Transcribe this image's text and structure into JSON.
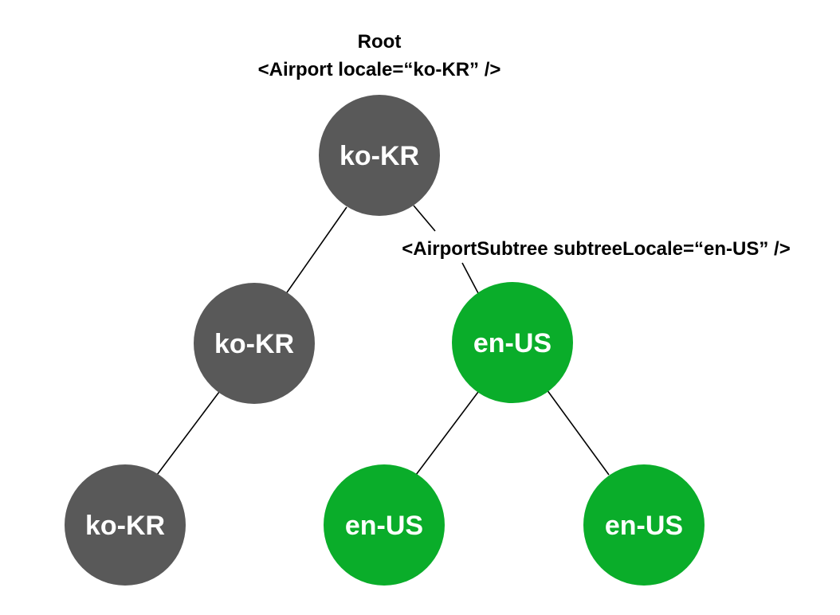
{
  "root": {
    "title": "Root",
    "code": "<Airport locale=“ko-KR” />"
  },
  "subtree_label": "<AirportSubtree subtreeLocale=“en-US” />",
  "colors": {
    "gray": "#595959",
    "green": "#0aad2a"
  },
  "nodes": [
    {
      "id": "root",
      "label": "ko-KR",
      "group": "gray"
    },
    {
      "id": "left-child",
      "label": "ko-KR",
      "group": "gray"
    },
    {
      "id": "right-child",
      "label": "en-US",
      "group": "green"
    },
    {
      "id": "left-grandchild",
      "label": "ko-KR",
      "group": "gray"
    },
    {
      "id": "right-grandchild-left",
      "label": "en-US",
      "group": "green"
    },
    {
      "id": "right-grandchild-right",
      "label": "en-US",
      "group": "green"
    }
  ]
}
